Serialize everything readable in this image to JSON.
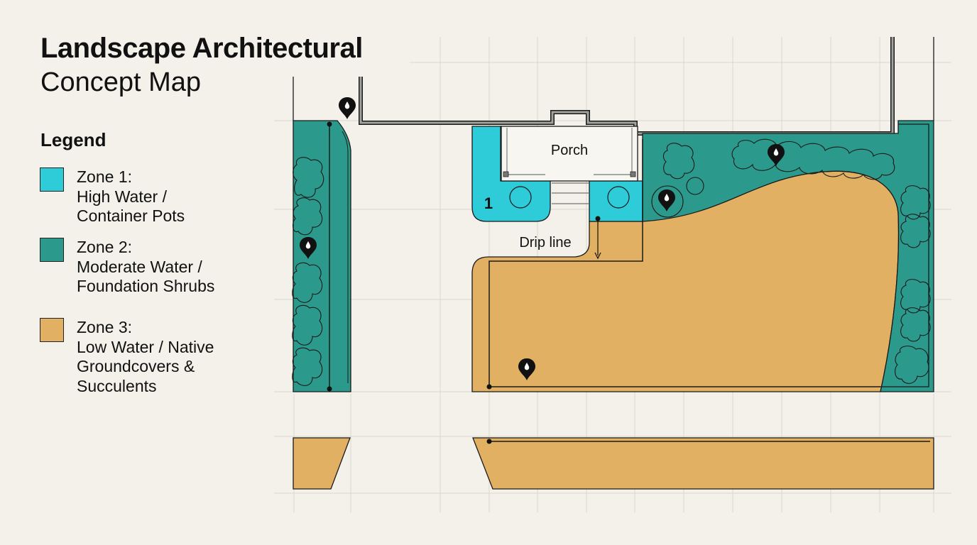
{
  "title": "Landscape Architectural",
  "subtitle": "Concept Map",
  "legend": {
    "title": "Legend",
    "items": [
      {
        "label": "Zone 1:\nHigh Water /\nContainer Pots",
        "color": "#2ecbd9"
      },
      {
        "label": "Zone 2:\nModerate Water /\nFoundation Shrubs",
        "color": "#2b9a8c"
      },
      {
        "label": "Zone 3:\nLow Water / Native\nGroundcovers &\nSucculents",
        "color": "#e1b062"
      }
    ]
  },
  "map": {
    "porch_label": "Porch",
    "zone_number_label": "1",
    "drip_line_label": "Drip line",
    "colors": {
      "zone1": "#2ecbd9",
      "zone2": "#2b9a8c",
      "zone3": "#e1b062",
      "grid": "#d8d6cc",
      "outline": "#1a1a1a",
      "wall": "#9a9a94"
    },
    "icons": [
      "water-drop-pin-icon",
      "plant-symbol-icon",
      "drip-emitter-icon"
    ]
  }
}
